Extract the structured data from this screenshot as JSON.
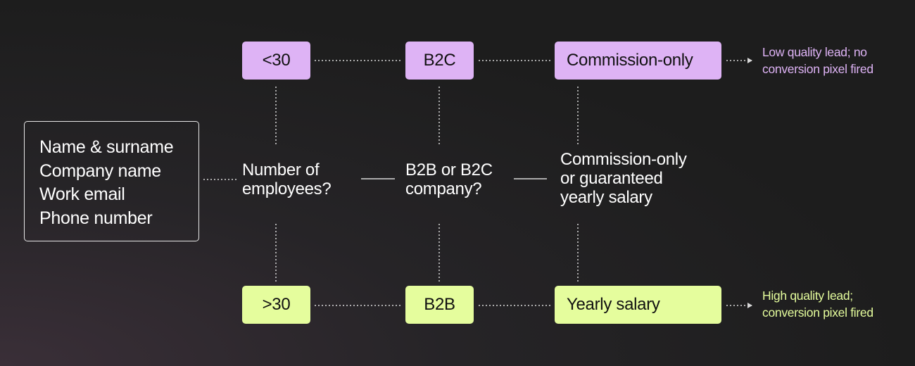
{
  "form": {
    "fields": [
      "Name & surname",
      "Company name",
      "Work email",
      "Phone number"
    ]
  },
  "questions": {
    "employees": [
      "Number of",
      "employees?"
    ],
    "business_model": [
      "B2B or B2C",
      "company?"
    ],
    "salary": [
      "Commission-only",
      "or guaranteed",
      "yearly salary"
    ]
  },
  "top_path": {
    "employees": "<30",
    "business_model": "B2C",
    "salary": "Commission-only",
    "outcome": [
      "Low quality lead; no",
      "conversion pixel fired"
    ]
  },
  "bottom_path": {
    "employees": ">30",
    "business_model": "B2B",
    "salary": "Yearly salary",
    "outcome": [
      "High quality lead;",
      "conversion pixel fired"
    ]
  },
  "colors": {
    "background": "#1d1d1d",
    "low_quality": "#deb3f5",
    "high_quality": "#e5fd9d",
    "text": "#ffffff",
    "connector": "#d9d9d9"
  }
}
